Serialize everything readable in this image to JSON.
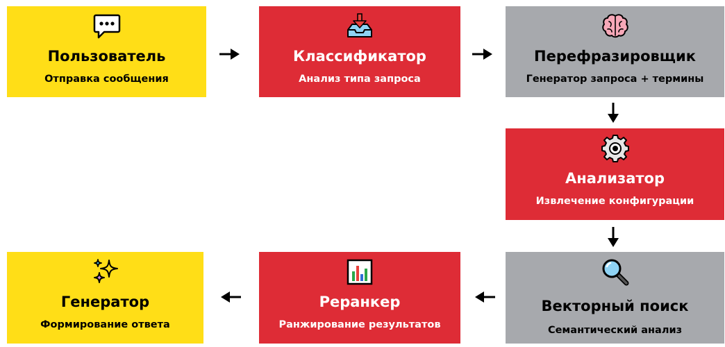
{
  "colors": {
    "yellow": "#ffde17",
    "red": "#de2c36",
    "gray": "#a7a9ad",
    "arrow": "#000000"
  },
  "nodes": [
    {
      "title": "Пользователь",
      "subtitle": "Отправка сообщения",
      "icon": "speech-bubble-icon",
      "color": "yellow"
    },
    {
      "title": "Классификатор",
      "subtitle": "Анализ типа запроса",
      "icon": "inbox-tray-icon",
      "color": "red"
    },
    {
      "title": "Перефразировщик",
      "subtitle": "Генератор запроса + термины",
      "icon": "brain-icon",
      "color": "gray"
    },
    {
      "title": "Анализатор",
      "subtitle": "Извлечение конфигурации",
      "icon": "gear-icon",
      "color": "red"
    },
    {
      "title": "Векторный поиск",
      "subtitle": "Семантический анализ",
      "icon": "magnifying-glass-icon",
      "color": "gray"
    },
    {
      "title": "Реранкер",
      "subtitle": "Ранжирование результатов",
      "icon": "bar-chart-icon",
      "color": "red"
    },
    {
      "title": "Генератор",
      "subtitle": "Формирование ответа",
      "icon": "sparkles-icon",
      "color": "yellow"
    }
  ],
  "edges": [
    {
      "from": 0,
      "to": 1,
      "direction": "right"
    },
    {
      "from": 1,
      "to": 2,
      "direction": "right"
    },
    {
      "from": 2,
      "to": 3,
      "direction": "down"
    },
    {
      "from": 3,
      "to": 4,
      "direction": "down"
    },
    {
      "from": 4,
      "to": 5,
      "direction": "left"
    },
    {
      "from": 5,
      "to": 6,
      "direction": "left"
    }
  ]
}
